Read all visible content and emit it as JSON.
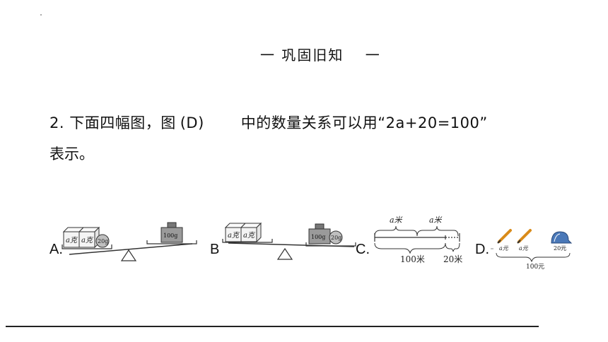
{
  "header": {
    "title": "一 巩固旧知",
    "trail": "一"
  },
  "question": {
    "part1": "2. 下面四幅图，图",
    "answer": "(D)",
    "part2": "中的数量关系可以用“2a+20=100”",
    "line2": "表示。"
  },
  "options": {
    "a": {
      "label": "A.",
      "block1": "a克",
      "block2": "a克",
      "ball": "20g",
      "weight": "100g"
    },
    "b": {
      "label": "B",
      "block1": "a克",
      "block2": "a克",
      "weight": "100g",
      "ball": "20g"
    },
    "c": {
      "label": "C.",
      "seg1": "a米",
      "seg2": "a米",
      "total": "100米",
      "rest": "20米"
    },
    "d": {
      "label": "D.",
      "pen1": "a元",
      "pen2": "a元",
      "cap": "20元",
      "total": "100元"
    }
  }
}
